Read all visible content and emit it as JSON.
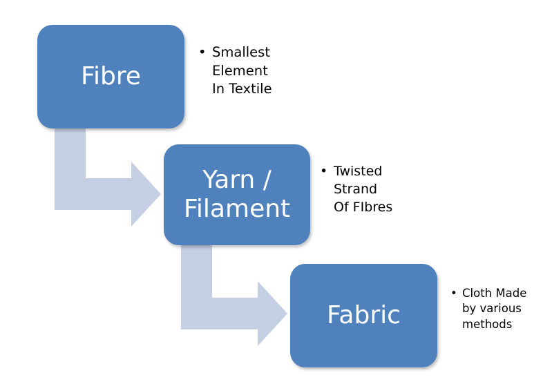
{
  "diagram": {
    "steps": [
      {
        "label": "Fibre",
        "note": "Smallest\nElement\nIn Textile"
      },
      {
        "label": "Yarn /\nFilament",
        "note": "Twisted\nStrand\nOf FIbres"
      },
      {
        "label": "Fabric",
        "note": "Cloth Made\nby various\nmethods"
      }
    ],
    "bullet": "•",
    "colors": {
      "box": "#4f81bd",
      "arrow": "#c4cfe3",
      "box_text": "#ffffff",
      "note_text": "#000000"
    }
  }
}
